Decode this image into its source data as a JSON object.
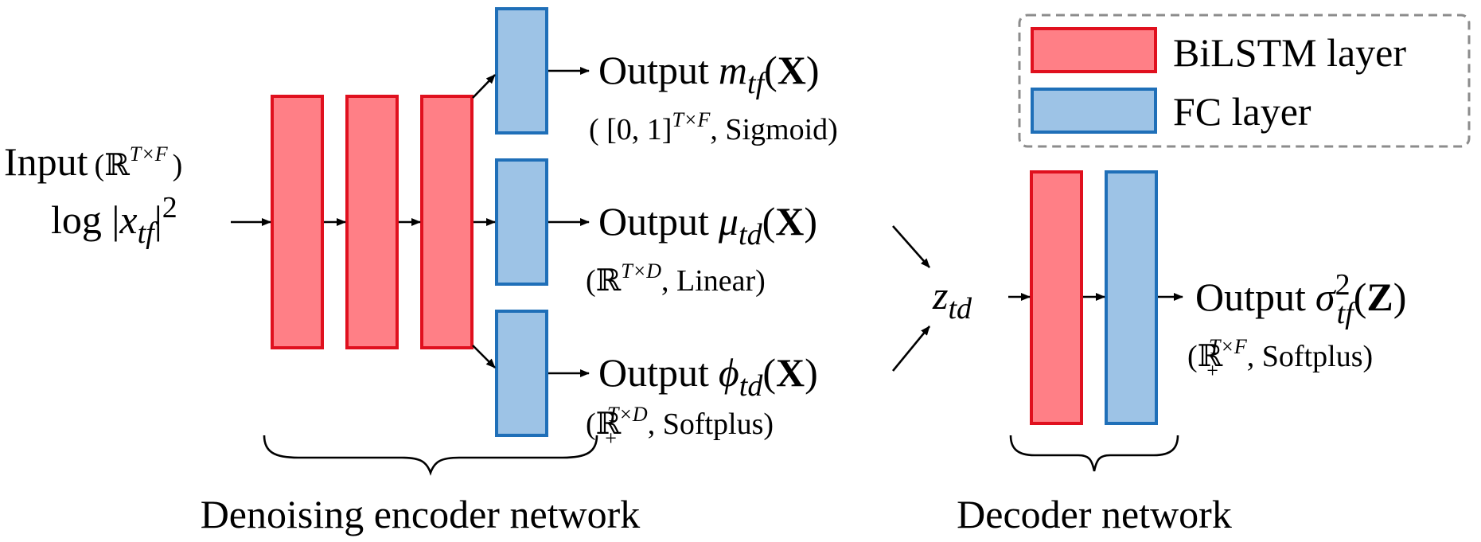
{
  "colors": {
    "bilstm_fill": "#FF7F86",
    "bilstm_stroke": "#E0101E",
    "fc_fill": "#9DC3E6",
    "fc_stroke": "#1F6FB8",
    "legend_border": "#8C8C8C"
  },
  "legend": {
    "bilstm_label": "BiLSTM layer",
    "fc_label": "FC layer"
  },
  "input": {
    "word": "Input",
    "domain": "(ℝ",
    "domain_sup": "T×F",
    "domain_close": ")",
    "feature_prefix": "log |",
    "feature_var": "x",
    "feature_sub": "tf",
    "feature_suffix": "|",
    "feature_sup": "2"
  },
  "encoder_outputs": [
    {
      "word": "Output",
      "symbol": "m",
      "sub": "tf",
      "arg_open": "(",
      "arg": "X",
      "arg_close": ")",
      "range_open": "( [0, 1]",
      "range_sup": "T×F",
      "range_close": ", Sigmoid)"
    },
    {
      "word": "Output",
      "symbol": "μ",
      "sub": "td",
      "arg_open": "(",
      "arg": "X",
      "arg_close": ")",
      "range_open": "(ℝ",
      "range_sup": "T×D",
      "range_close": ", Linear)"
    },
    {
      "word": "Output",
      "symbol": "ϕ",
      "sub": "td",
      "arg_open": "(",
      "arg": "X",
      "arg_close": ")",
      "range_open": "(ℝ",
      "range_sub": "+",
      "range_sup": "T×D",
      "range_close": ", Softplus)"
    }
  ],
  "latent": {
    "symbol": "z",
    "sub": "td"
  },
  "decoder_output": {
    "word": "Output",
    "symbol": "σ",
    "sup": "2",
    "sub": "tf",
    "arg_open": "(",
    "arg": "Z",
    "arg_close": ")",
    "range_open": "(ℝ",
    "range_sub": "+",
    "range_sup": "T×F",
    "range_close": ", Softplus)"
  },
  "captions": {
    "encoder": "Denoising encoder network",
    "decoder": "Decoder network"
  }
}
